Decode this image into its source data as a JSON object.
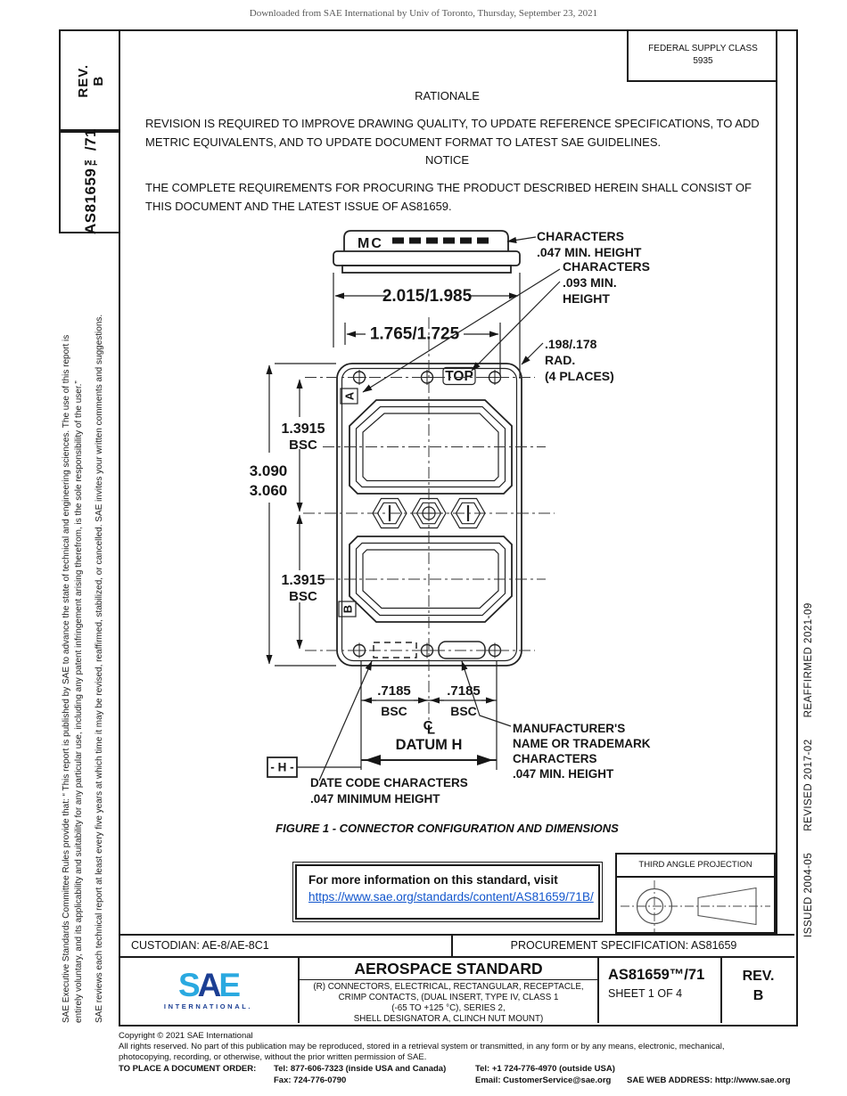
{
  "page": {
    "download_note": "Downloaded from SAE International by Univ of Toronto, Thursday, September 23, 2021"
  },
  "left_margin": {
    "rev_label": "REV.",
    "rev_value": "B",
    "doc_number": "AS81659™/71",
    "disclaimer_lines": [
      "SAE Executive Standards Committee Rules provide that: “ This report is published by SAE to advance the state of technical and engineering sciences. The use of this report is",
      "entirely voluntary, and its applicability and suitability for any particular use, including any patent infringement arising therefrom, is the sole responsibility of the user.”",
      "SAE reviews each technical report at least every five years at which time it may be revised, reaffirmed, stabilized, or cancelled. SAE invites your written comments and suggestions."
    ]
  },
  "right_margin": {
    "history": "ISSUED 2004-05  REVISED 2017-02  REAFFIRMED 2021-09"
  },
  "header": {
    "fsc_label": "FEDERAL SUPPLY CLASS",
    "fsc_value": "5935",
    "rationale_title": "RATIONALE",
    "rationale_text": "REVISION IS REQUIRED TO IMPROVE DRAWING QUALITY, TO UPDATE REFERENCE SPECIFICATIONS, TO ADD METRIC EQUIVALENTS, AND TO UPDATE DOCUMENT FORMAT TO LATEST SAE GUIDELINES.",
    "notice_title": "NOTICE",
    "notice_text": "THE COMPLETE REQUIREMENTS FOR PROCURING THE PRODUCT DESCRIBED HEREIN SHALL CONSIST OF THIS DOCUMENT AND THE LATEST ISSUE OF AS81659."
  },
  "drawing": {
    "stamp_text": "MC",
    "dim_width_outer": "2.015/1.985",
    "dim_width_inner": "1.765/1.725",
    "chars_047": [
      "CHARACTERS",
      ".047 MIN. HEIGHT"
    ],
    "chars_093": [
      "CHARACTERS",
      ".093 MIN.",
      "HEIGHT"
    ],
    "radius_note": [
      ".198/.178",
      "RAD.",
      "(4 PLACES)"
    ],
    "top_marking": "TOP",
    "datum_a": "A",
    "datum_b": "B",
    "datum_h_flag": "- H -",
    "dim_overall": [
      "3.090",
      "3.060"
    ],
    "dim_upper": [
      "1.3915",
      "BSC"
    ],
    "dim_lower": [
      "1.3915",
      "BSC"
    ],
    "dim_bsc_left": [
      ".7185",
      "BSC"
    ],
    "dim_bsc_right": [
      ".7185",
      "BSC"
    ],
    "center_c": "C",
    "center_l": "L",
    "datum_h_label": "DATUM H",
    "manufacturer_note": [
      "MANUFACTURER'S",
      "NAME OR TRADEMARK",
      "CHARACTERS",
      ".047 MIN. HEIGHT"
    ],
    "date_code_note": [
      "DATE CODE CHARACTERS",
      ".047 MINIMUM HEIGHT"
    ]
  },
  "figure": {
    "caption": "FIGURE 1 - CONNECTOR CONFIGURATION AND DIMENSIONS"
  },
  "info_box": {
    "line1": "For more information on this standard, visit",
    "link": "https://www.sae.org/standards/content/AS81659/71B/"
  },
  "projection": {
    "label": "THIRD ANGLE PROJECTION"
  },
  "custodian_row": {
    "custodian": "CUSTODIAN: AE-8/AE-8C1",
    "procurement": "PROCUREMENT SPECIFICATION: AS81659"
  },
  "title_block": {
    "logo_letters": [
      "S",
      "A",
      "E"
    ],
    "logo_sub": "INTERNATIONAL.",
    "title": "AEROSPACE STANDARD",
    "description_lines": [
      "(R) CONNECTORS, ELECTRICAL, RECTANGULAR, RECEPTACLE,",
      "CRIMP CONTACTS, (DUAL INSERT, TYPE IV, CLASS 1",
      "(-65 TO +125 °C), SERIES 2,",
      "SHELL DESIGNATOR A, CLINCH NUT MOUNT)"
    ],
    "doc_number": "AS81659™/71",
    "sheet": "SHEET 1 OF 4",
    "rev_label": "REV.",
    "rev_value": "B"
  },
  "footer": {
    "copyright": "Copyright © 2021 SAE International",
    "rights": "All rights reserved. No part of this publication may be reproduced, stored in a retrieval system or transmitted, in any form or by any means, electronic, mechanical, photocopying, recording, or otherwise, without the prior written permission of SAE.",
    "order_label": "TO PLACE A DOCUMENT ORDER:",
    "tel_inside": "Tel: 877-606-7323 (inside USA and Canada)",
    "tel_outside": "Tel: +1 724-776-4970 (outside USA)",
    "fax": "Fax: 724-776-0790",
    "email": "Email: CustomerService@sae.org",
    "web": "SAE WEB ADDRESS: http://www.sae.org"
  },
  "colors": {
    "accent_blue_light": "#2AA9E0",
    "accent_blue_dark": "#1B3E93",
    "link_blue": "#1155CC"
  }
}
